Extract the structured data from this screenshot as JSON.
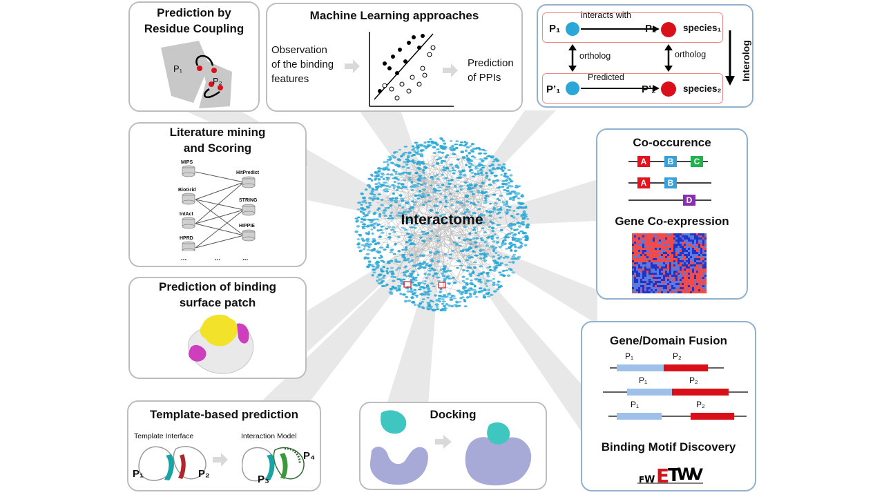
{
  "center": {
    "label": "Interactome"
  },
  "residue_coupling": {
    "title_line1": "Prediction by",
    "title_line2": "Residue Coupling",
    "p1": "P₁",
    "p2": "P₂"
  },
  "machine_learning": {
    "title": "Machine Learning approaches",
    "left_line1": "Observation",
    "left_line2": "of the binding",
    "left_line3": "features",
    "right_line1": "Prediction",
    "right_line2": "of PPIs"
  },
  "interolog": {
    "interacts_with": "interacts with",
    "predicted": "Predicted",
    "ortholog": "ortholog",
    "p1": "P₁",
    "p2": "P₂",
    "p1_prime": "P’₁",
    "p2_prime": "P’₂",
    "species1": "species₁",
    "species2": "species₂",
    "side_label": "Interolog"
  },
  "literature": {
    "title_line1": "Literature mining",
    "title_line2": "and Scoring",
    "sources": [
      "MIPS",
      "BioGrid",
      "IntAct",
      "HPRD"
    ],
    "targets": [
      "HitPredict",
      "STRING",
      "HIPPIE"
    ],
    "ellipsis": "..."
  },
  "binding_surface": {
    "title_line1": "Prediction of binding",
    "title_line2": "surface patch"
  },
  "cooccurence": {
    "title": "Co-occurence",
    "genes": [
      "A",
      "B",
      "C",
      "A",
      "B",
      "D"
    ],
    "expression_title": "Gene Co-expression"
  },
  "fusion": {
    "title": "Gene/Domain Fusion",
    "p1": "P₁",
    "p2": "P₂",
    "motif_title": "Binding Motif Discovery"
  },
  "template": {
    "title": "Template-based prediction",
    "left_caption": "Template Interface",
    "right_caption": "Interaction Model",
    "p1": "P₁",
    "p2": "P₂",
    "p3": "P₃",
    "p4": "P₄"
  },
  "docking": {
    "title": "Docking"
  },
  "colors": {
    "node_blue": "#2aa7d6",
    "edge_gray": "#9a9a9a",
    "red": "#d9101a",
    "box_blue": "#9fc0e8",
    "purple": "#8a2fb0",
    "green": "#22b24c"
  }
}
